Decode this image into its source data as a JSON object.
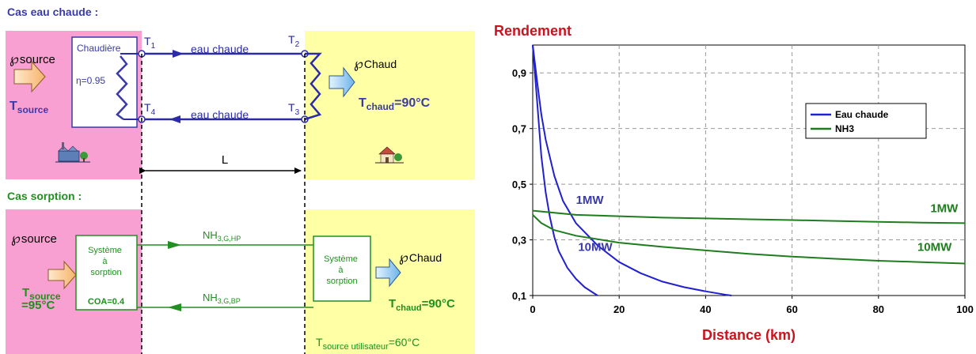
{
  "diagram": {
    "top_title": "Cas eau chaude :",
    "bottom_title": "Cas sorption :",
    "P_symbol": "℘",
    "source_sub": "source",
    "chaud_sub": "Chaud",
    "T_letter": "T",
    "boiler_label": "Chaudière",
    "eta": "η=0.95",
    "t_labels": [
      {
        "name": "T",
        "sub": "1"
      },
      {
        "name": "T",
        "sub": "2"
      },
      {
        "name": "T",
        "sub": "3"
      },
      {
        "name": "T",
        "sub": "4"
      }
    ],
    "pipe_label": "eau chaude",
    "T_chaud_sub": "chaud",
    "T_chaud_value": "=90°C",
    "distance_label": "L",
    "sorption_system": [
      "Système",
      "à",
      "sorption"
    ],
    "coa": "COA=0.4",
    "T_source_value": "=95°C",
    "nh3_hp": {
      "main": "NH",
      "sub": "3,G,HP"
    },
    "nh3_bp": {
      "main": "NH",
      "sub": "3,G,BP"
    },
    "user_temp": {
      "main": "T",
      "sub": "source utilisateur",
      "value": "=60°C"
    },
    "colors": {
      "pink": "#f9a0d2",
      "yellow": "#ffffa6",
      "blue": "#2b2ba8",
      "green": "#209020",
      "heading": "#3a3aa8"
    }
  },
  "chart_data": {
    "type": "line",
    "title": "Rendement",
    "xlabel": "Distance (km)",
    "ylabel": "",
    "xlim": [
      0,
      100
    ],
    "ylim": [
      0.1,
      1.0
    ],
    "x_ticks": [
      0,
      20,
      40,
      60,
      80,
      100
    ],
    "y_ticks": [
      0.1,
      0.3,
      0.5,
      0.7,
      0.9
    ],
    "y_tick_labels": [
      "0,1",
      "0,3",
      "0,5",
      "0,7",
      "0,9"
    ],
    "grid": true,
    "legend": {
      "placement": "right",
      "entries": [
        {
          "name": "Eau chaude",
          "color": "#2020d0"
        },
        {
          "name": "NH3",
          "color": "#1e7d1e"
        }
      ]
    },
    "series": [
      {
        "name": "Eau chaude 1MW",
        "group": "Eau chaude",
        "color": "#2020d0",
        "x": [
          0,
          1,
          2,
          3,
          5,
          7,
          10,
          15,
          20,
          25,
          30,
          35,
          40,
          45,
          46
        ],
        "y": [
          1.0,
          0.87,
          0.75,
          0.66,
          0.53,
          0.44,
          0.36,
          0.28,
          0.22,
          0.18,
          0.15,
          0.13,
          0.115,
          0.102,
          0.1
        ]
      },
      {
        "name": "Eau chaude 10MW",
        "group": "Eau chaude",
        "color": "#2020d0",
        "x": [
          0,
          0.5,
          1,
          2,
          3,
          4,
          5,
          6,
          8,
          10,
          12,
          14,
          15
        ],
        "y": [
          1.0,
          0.9,
          0.8,
          0.6,
          0.47,
          0.38,
          0.31,
          0.26,
          0.2,
          0.16,
          0.13,
          0.11,
          0.1
        ]
      },
      {
        "name": "NH3 1MW",
        "group": "NH3",
        "color": "#1e7d1e",
        "x": [
          0,
          10,
          20,
          30,
          40,
          50,
          60,
          70,
          80,
          90,
          100
        ],
        "y": [
          0.405,
          0.39,
          0.385,
          0.38,
          0.377,
          0.374,
          0.371,
          0.368,
          0.365,
          0.362,
          0.36
        ]
      },
      {
        "name": "NH3 10MW",
        "group": "NH3",
        "color": "#1e7d1e",
        "x": [
          0,
          2,
          5,
          10,
          20,
          30,
          40,
          50,
          60,
          70,
          80,
          90,
          100
        ],
        "y": [
          0.39,
          0.36,
          0.335,
          0.315,
          0.29,
          0.275,
          0.262,
          0.25,
          0.24,
          0.232,
          0.225,
          0.22,
          0.215
        ]
      }
    ],
    "annotations": [
      {
        "text": "1MW",
        "color": "#3a3aa8",
        "x": 10,
        "y": 0.43
      },
      {
        "text": "10MW",
        "color": "#3a3aa8",
        "x": 10.5,
        "y": 0.26
      },
      {
        "text": "1MW",
        "color": "#1e7d1e",
        "x": 92,
        "y": 0.4
      },
      {
        "text": "10MW",
        "color": "#1e7d1e",
        "x": 89,
        "y": 0.26
      }
    ]
  }
}
